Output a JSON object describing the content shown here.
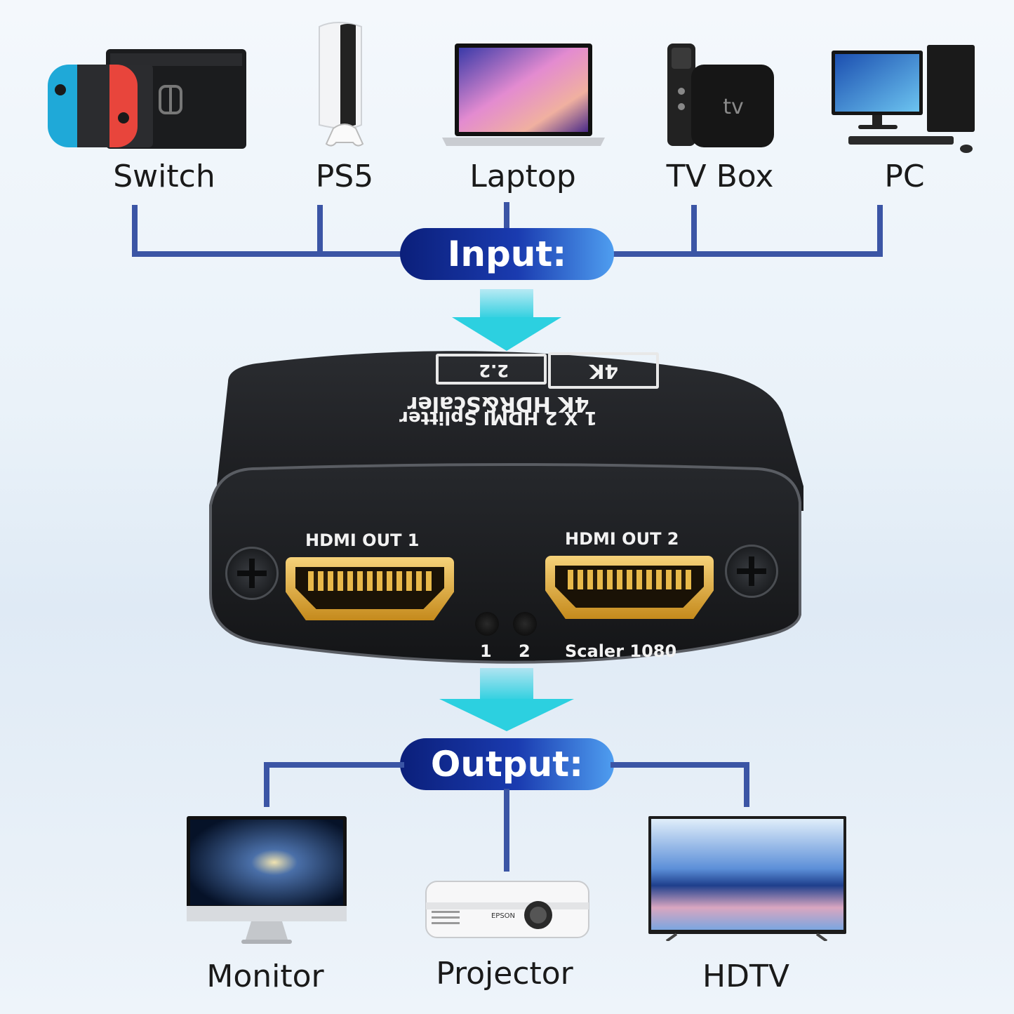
{
  "inputs": [
    {
      "label": "Switch",
      "icon": "game-console-icon"
    },
    {
      "label": "PS5",
      "icon": "ps5-console-icon"
    },
    {
      "label": "Laptop",
      "icon": "laptop-icon"
    },
    {
      "label": "TV Box",
      "icon": "tv-box-icon"
    },
    {
      "label": "PC",
      "icon": "desktop-pc-icon"
    }
  ],
  "input_pill": "Input:",
  "output_pill": "Output:",
  "splitter": {
    "top_line1": "1 X 2 HDMI Splitter",
    "top_line2": "4K HDR&Scaler",
    "badge_left": "2.2",
    "badge_right": "4K",
    "port1_label": "HDMI OUT 1",
    "port2_label": "HDMI OUT 2",
    "led1": "1",
    "led2": "2",
    "scaler_label": "Scaler 1080"
  },
  "outputs": [
    {
      "label": "Monitor",
      "icon": "monitor-icon"
    },
    {
      "label": "Projector",
      "icon": "projector-icon"
    },
    {
      "label": "HDTV",
      "icon": "hdtv-icon"
    }
  ],
  "brand_text": {
    "tvbox_logo": "tv",
    "projector_brand": "EPSON"
  },
  "colors": {
    "connector_line": "#3b55a5",
    "pill_dark": "#0b1f7a",
    "pill_light": "#4f9ef0",
    "arrow": "#2cd0e0",
    "device_body": "#1e2024",
    "port_gold": "#d9a53a"
  }
}
